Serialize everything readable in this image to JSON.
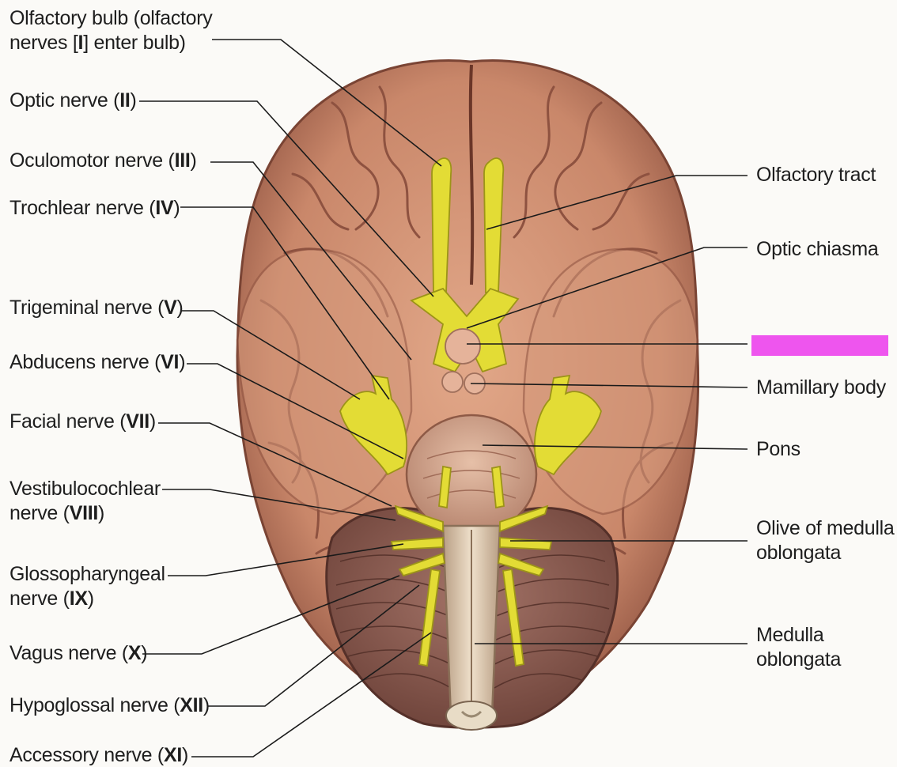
{
  "left_labels": [
    {
      "id": "olfactory-bulb",
      "line1": "Olfactory bulb (olfactory",
      "line2_pre": "nerves [",
      "line2_bold": "I",
      "line2_post": "] enter bulb)"
    },
    {
      "id": "optic-nerve",
      "pre": "Optic nerve (",
      "bold": "II",
      "post": ")"
    },
    {
      "id": "oculomotor-nerve",
      "pre": "Oculomotor nerve (",
      "bold": "III",
      "post": ")"
    },
    {
      "id": "trochlear-nerve",
      "pre": "Trochlear nerve (",
      "bold": "IV",
      "post": ")"
    },
    {
      "id": "trigeminal-nerve",
      "pre": "Trigeminal nerve (",
      "bold": "V",
      "post": ")"
    },
    {
      "id": "abducens-nerve",
      "pre": "Abducens nerve (",
      "bold": "VI",
      "post": ")"
    },
    {
      "id": "facial-nerve",
      "pre": "Facial nerve (",
      "bold": "VII",
      "post": ")"
    },
    {
      "id": "vestibulocochlear-nerve",
      "line1": "Vestibulocochlear",
      "line2_pre": "nerve (",
      "line2_bold": "VIII",
      "line2_post": ")"
    },
    {
      "id": "glossopharyngeal-nerve",
      "line1": "Glossopharyngeal",
      "line2_pre": "nerve (",
      "line2_bold": "IX",
      "line2_post": ")"
    },
    {
      "id": "vagus-nerve",
      "pre": "Vagus nerve (",
      "bold": "X",
      "post": ")"
    },
    {
      "id": "hypoglossal-nerve",
      "pre": "Hypoglossal nerve (",
      "bold": "XII",
      "post": ")"
    },
    {
      "id": "accessory-nerve",
      "pre": "Accessory nerve (",
      "bold": "XI",
      "post": ")"
    }
  ],
  "right_labels": [
    {
      "id": "olfactory-tract",
      "line1": "Olfactory tract"
    },
    {
      "id": "optic-chiasma",
      "line1": "Optic chiasma"
    },
    {
      "id": "mamillary-body",
      "line1": "Mamillary body"
    },
    {
      "id": "pons",
      "line1": "Pons"
    },
    {
      "id": "olive-of-medulla",
      "line1": "Olive of medulla",
      "line2": "oblongata"
    },
    {
      "id": "medulla-oblongata",
      "line1": "Medulla",
      "line2": "oblongata"
    }
  ],
  "colors": {
    "cerebrum": "#c98a6a",
    "cerebrum_shadow": "#8c4f3a",
    "cerebellum": "#8a5a50",
    "nerves": "#e6e032",
    "brainstem": "#d8c2a8",
    "mask": "#ee55ee"
  },
  "masked_label_box": "pink-redaction"
}
